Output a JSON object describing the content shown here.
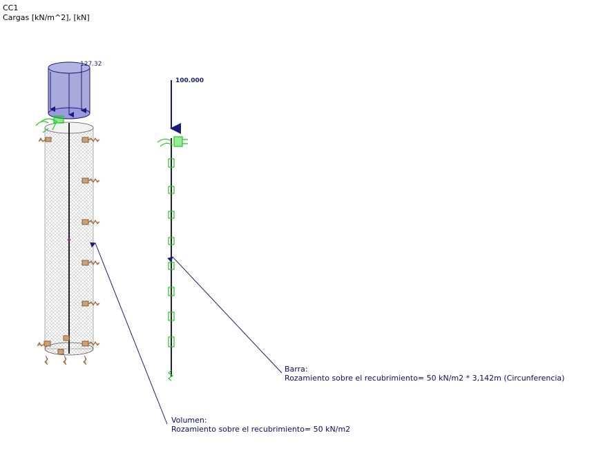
{
  "header": {
    "load_case": "CC1",
    "units": "Cargas [kN/m^2], [kN]"
  },
  "loads": {
    "surface_value": "127.32",
    "point_value": "100.000"
  },
  "annotations": {
    "barra_title": "Barra:",
    "barra_text": "Rozamiento sobre el recubrimiento= 50 kN/m2 * 3,142m (Circunferencia)",
    "volumen_title": "Volumen:",
    "volumen_text": "Rozamiento sobre el recubrimiento= 50 kN/m2"
  },
  "colors": {
    "load": "#1a1a7a",
    "load_fill": "#8c8cd0",
    "support": "#1fcc1f",
    "spring": "#8b5a2b",
    "mesh": "#9a9a9a",
    "member": "#222222",
    "leader": "#1a1a7a"
  }
}
